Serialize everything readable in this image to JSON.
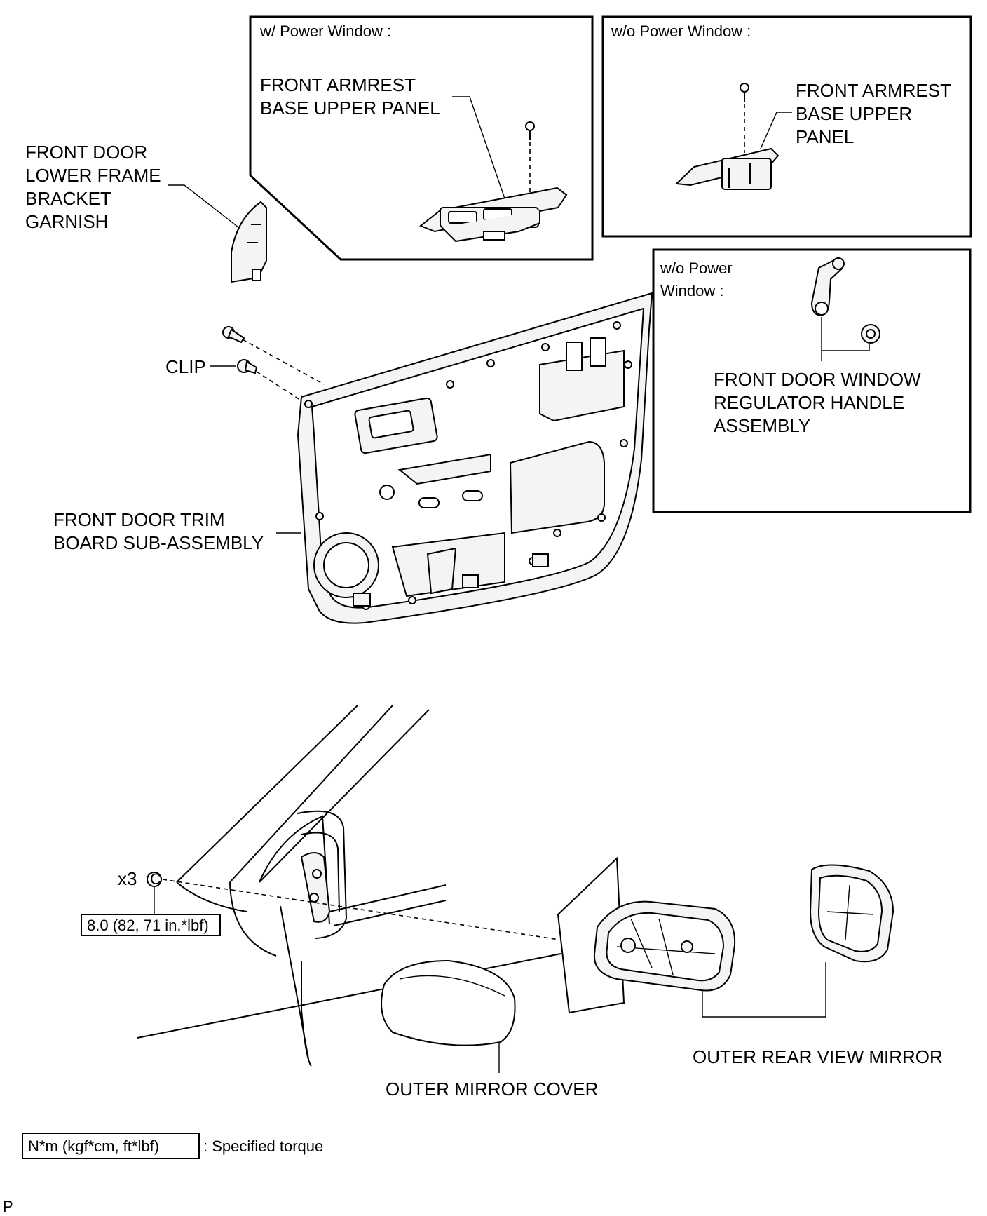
{
  "boxes": {
    "w_power_title": "w/ Power  Window :",
    "wo_power_title": "w/o Power  Window :",
    "wo_power_handle_title_1": "w/o Power",
    "wo_power_handle_title_2": "Window :"
  },
  "labels": {
    "armrest_w_1": "FRONT ARMREST",
    "armrest_w_2": "BASE UPPER PANEL",
    "armrest_wo_1": "FRONT ARMREST",
    "armrest_wo_2": "BASE UPPER",
    "armrest_wo_3": "PANEL",
    "garnish_1": "FRONT DOOR",
    "garnish_2": "LOWER FRAME",
    "garnish_3": "BRACKET",
    "garnish_4": "GARNISH",
    "clip": "CLIP",
    "handle_1": "FRONT DOOR WINDOW",
    "handle_2": "REGULATOR HANDLE",
    "handle_3": "ASSEMBLY",
    "trim_1": "FRONT DOOR TRIM",
    "trim_2": "BOARD SUB-ASSEMBLY",
    "qty": "x3",
    "nut_symbol": "C",
    "torque": "8.0 (82, 71 in.*lbf)",
    "mirror": "OUTER REAR VIEW MIRROR",
    "mirror_cover": "OUTER MIRROR COVER",
    "legend_box": "N*m (kgf*cm, ft*lbf)",
    "legend_text": ": Specified torque",
    "corner": "P"
  }
}
